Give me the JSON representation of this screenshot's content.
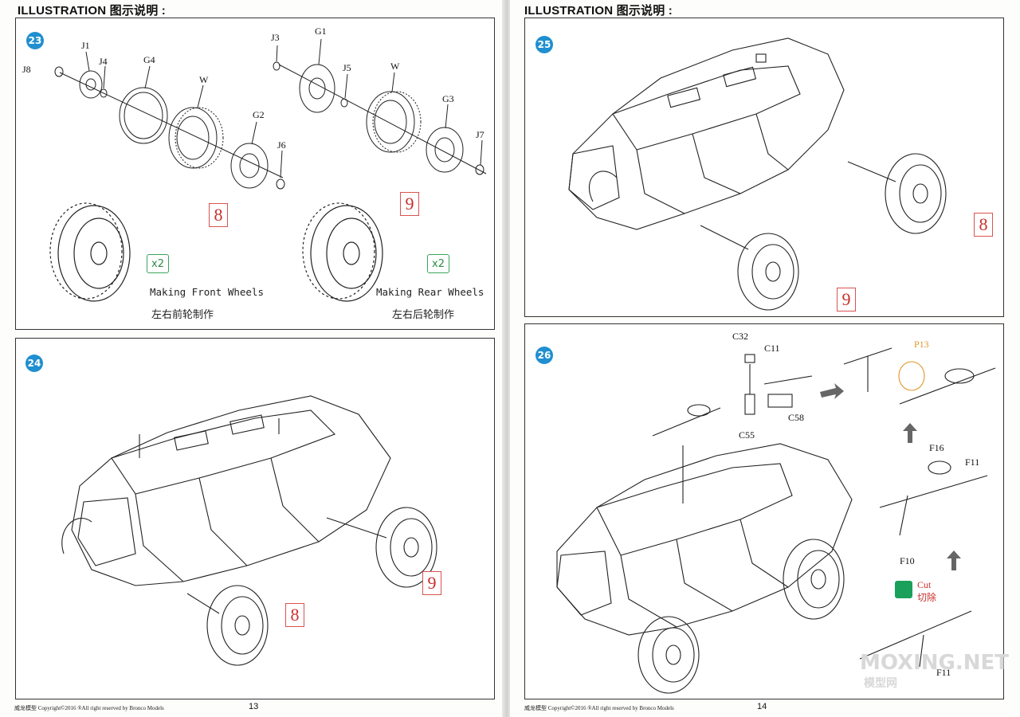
{
  "left_page": {
    "header": "ILLUSTRATION 图示说明 :",
    "page_number": "13",
    "footer": "威龙模型  Copyright©2016  ®All right reserved by Bronco Models",
    "step23": {
      "number": "23",
      "part_labels": [
        "J8",
        "J1",
        "J4",
        "G4",
        "W",
        "G2",
        "J6",
        "J3",
        "G1",
        "J5",
        "W",
        "G3",
        "J7"
      ],
      "front_part_number": "8",
      "rear_part_number": "9",
      "front_qty": "x2",
      "rear_qty": "x2",
      "front_caption_en": "Making Front Wheels",
      "front_caption_cn": "左右前轮制作",
      "rear_caption_en": "Making Rear Wheels",
      "rear_caption_cn": "左右后轮制作"
    },
    "step24": {
      "number": "24",
      "rear_part_number": "9",
      "front_part_number": "8"
    }
  },
  "right_page": {
    "header": "ILLUSTRATION 图示说明 :",
    "page_number": "14",
    "footer": "威龙模型  Copyright©2016  ®All right reserved by Bronco Models",
    "step25": {
      "number": "25",
      "rear_part_number": "8",
      "front_part_number": "9"
    },
    "step26": {
      "number": "26",
      "part_labels": [
        "C32",
        "C11",
        "C58",
        "C55",
        "P13",
        "F16",
        "F11",
        "F10",
        "F11"
      ],
      "cut_label_en": "Cut",
      "cut_label_cn": "切除"
    },
    "watermark": "MOXING.NET",
    "watermark_cn": "模型网"
  },
  "colors": {
    "step_badge": "#1f8fd0",
    "part_number_red": "#c9302c",
    "qty_green": "#2e8b48",
    "cut_green": "#1aa05a",
    "p13_orange": "#e0962a"
  }
}
